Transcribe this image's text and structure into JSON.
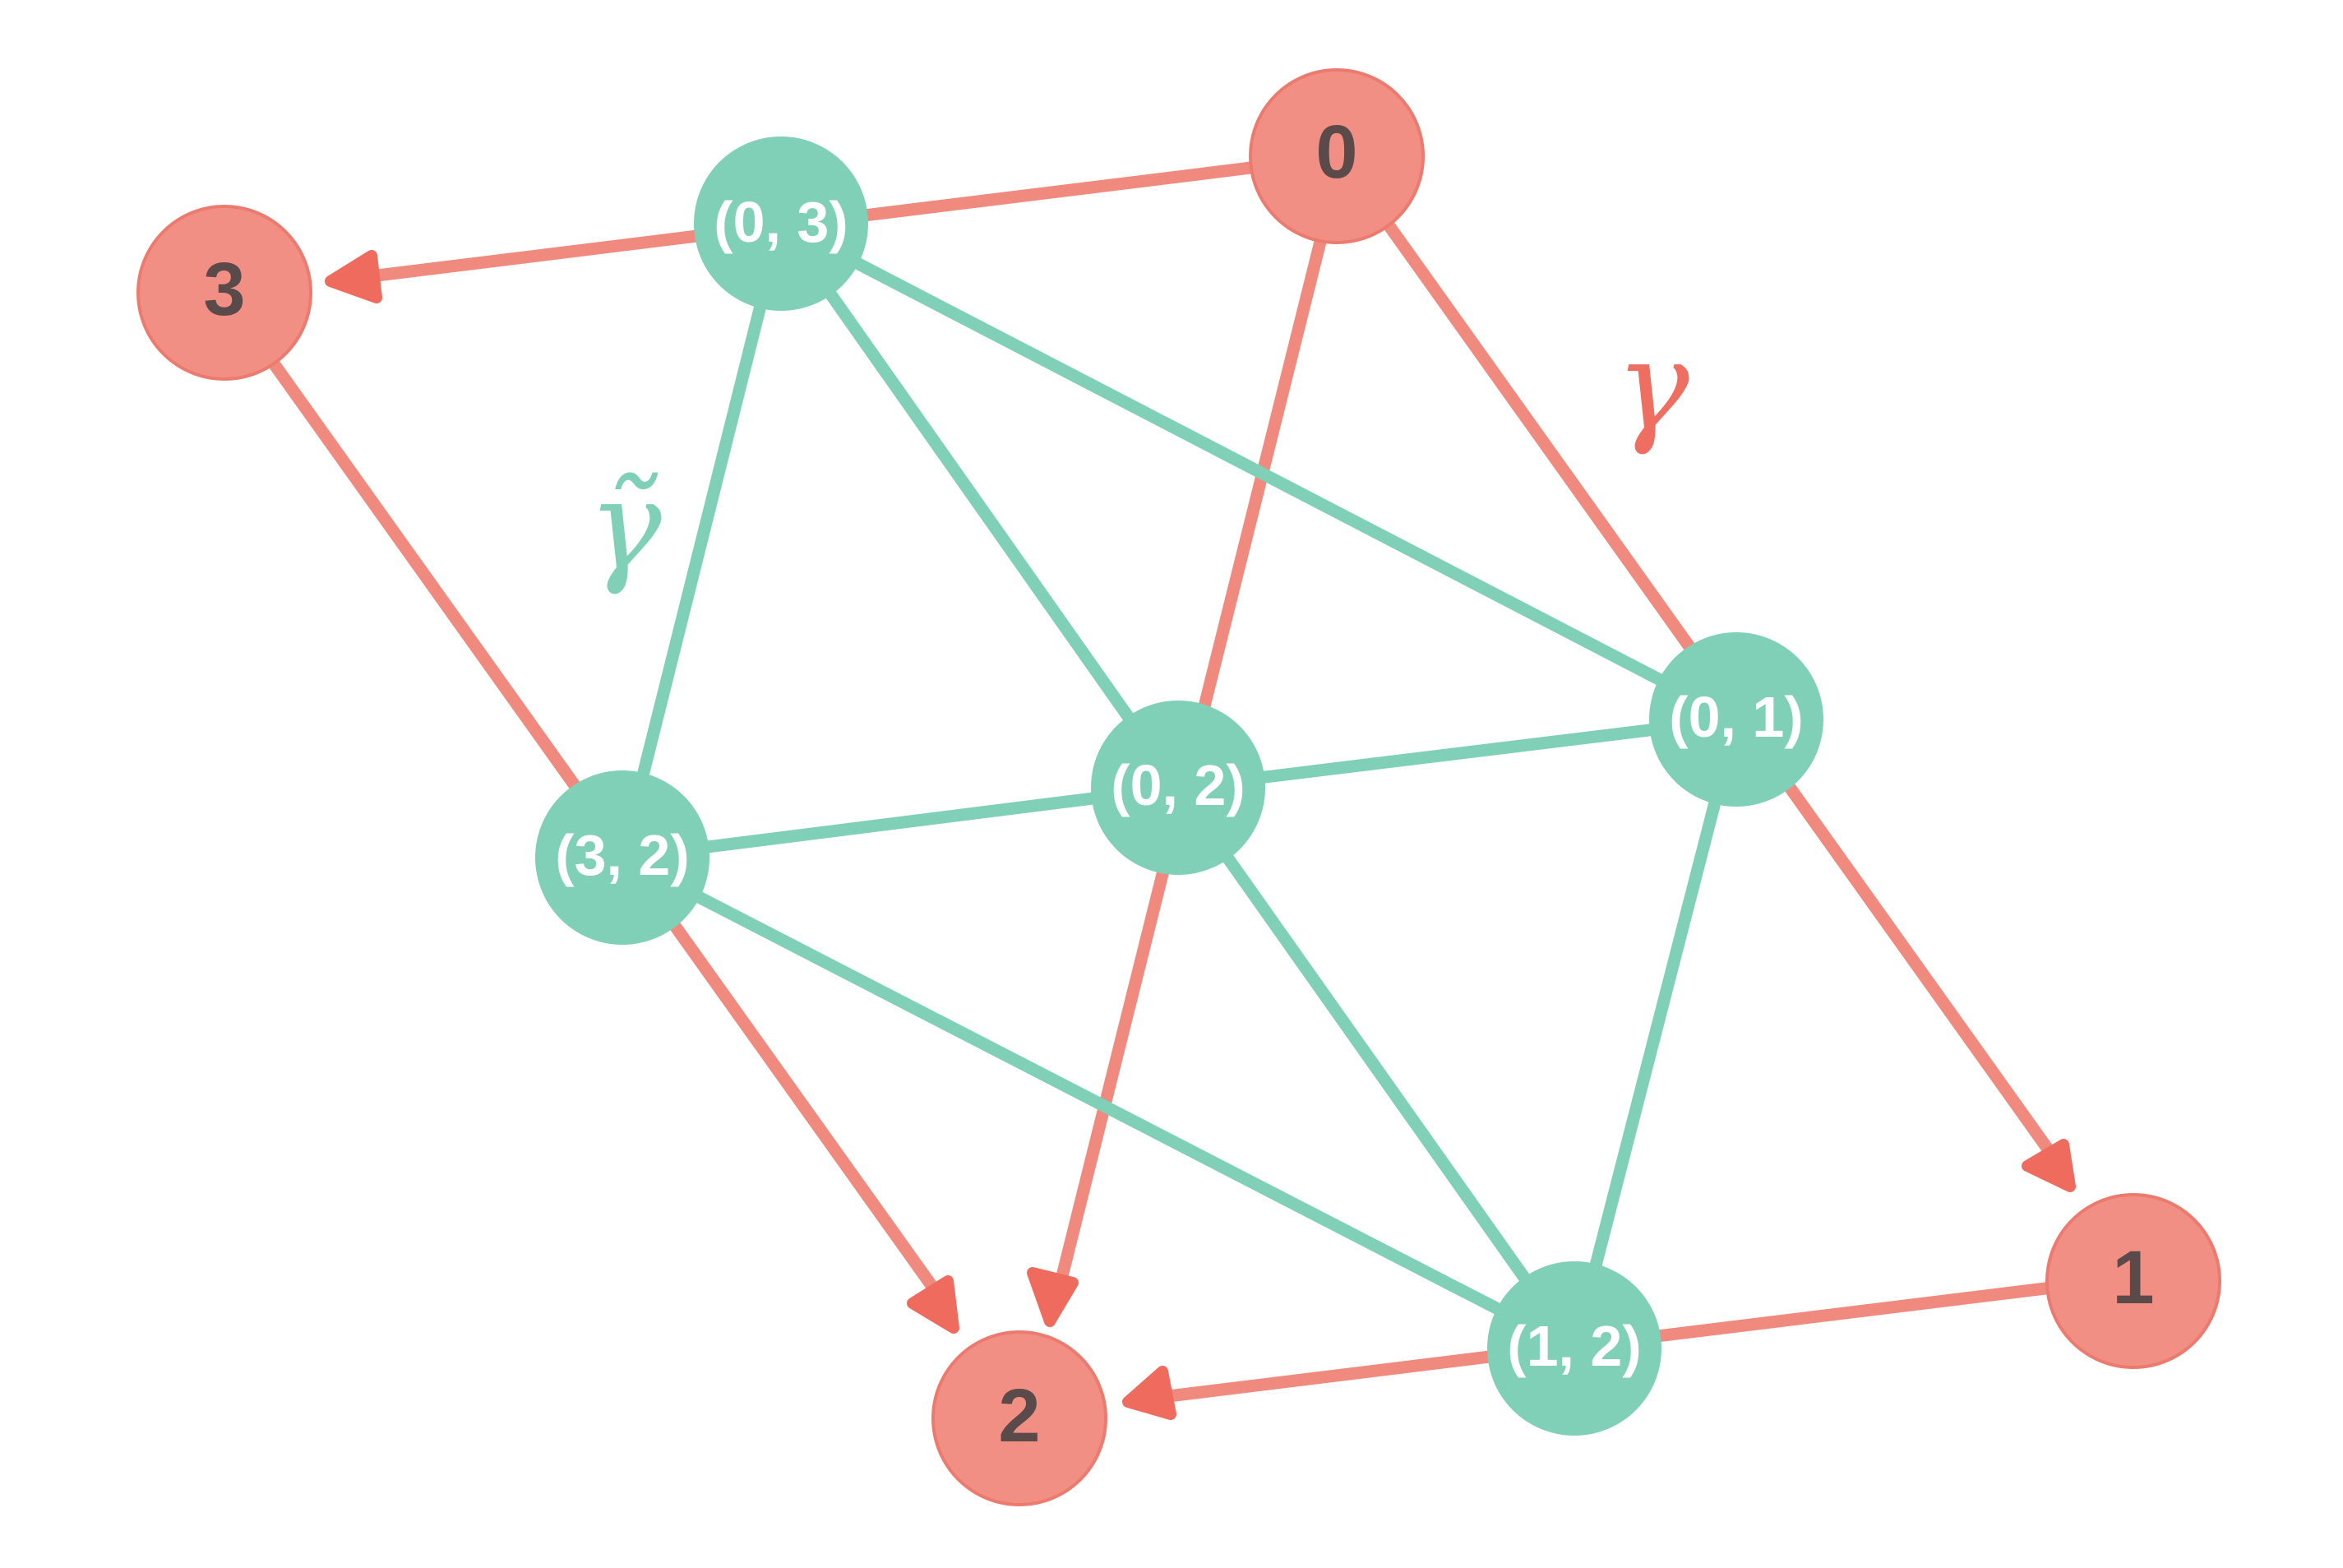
{
  "colors": {
    "red_node_fill": "#f28f84",
    "red_node_stroke": "#ec7a6e",
    "red_edge": "#f08a7f",
    "arrow_head": "#ef6b5e",
    "red_label": "#5a4a49",
    "green_node_fill": "#80d0b7",
    "green_edge": "#7fd0b7",
    "green_label": "#ffffff",
    "gamma_label": "#ee6f62",
    "gamma_tilde_label": "#7fd0b7"
  },
  "nodes": {
    "n0": {
      "label": "0"
    },
    "n1": {
      "label": "1"
    },
    "n2": {
      "label": "2"
    },
    "n3": {
      "label": "3"
    },
    "n03": {
      "label": "(0, 3)"
    },
    "n01": {
      "label": "(0, 1)"
    },
    "n02": {
      "label": "(0, 2)"
    },
    "n32": {
      "label": "(3, 2)"
    },
    "n12": {
      "label": "(1, 2)"
    }
  },
  "annotations": {
    "gamma": "γ",
    "gamma_tilde": "γ̃"
  }
}
